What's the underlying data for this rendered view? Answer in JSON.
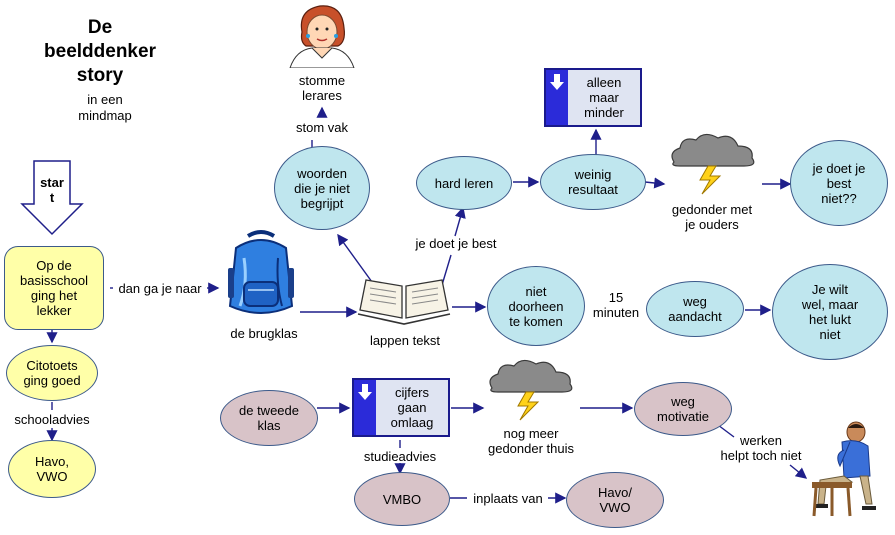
{
  "title": "De\nbeelddenker\nstory",
  "subtitle": "in een\nmindmap",
  "start_label": "star\nt",
  "nodes": {
    "basisschool": "Op de\nbasisschool\nging het\nlekker",
    "citotoets": "Citotoets\nging goed",
    "havo_vwo_left": "Havo,\nVWO",
    "woorden": "woorden\ndie je niet\nbegrijpt",
    "hard_leren": "hard leren",
    "weinig_resultaat": "weinig\nresultaat",
    "alleen_maar_minder": "alleen\nmaar\nminder",
    "je_doet_je_best_q": "je doet je\nbest\nniet??",
    "niet_doorheen": "niet\ndoorheen\nte komen",
    "weg_aandacht": "weg\naandacht",
    "je_wilt_wel": "Je wilt\nwel, maar\nhet lukt\nniet",
    "de_tweede_klas": "de tweede\nklas",
    "cijfers_gaan_omlaag": "cijfers\ngaan\nomlaag",
    "weg_motivatie": "weg\nmotivatie",
    "vmbo": "VMBO",
    "havo_vwo_bottom": "Havo/\nVWO"
  },
  "labels": {
    "dan_ga_je_naar": "dan ga je naar",
    "de_brugklas": "de brugklas",
    "lappen_tekst": "lappen tekst",
    "je_doet_je_best": "je doet je best",
    "stom_vak": "stom vak",
    "stomme_lerares": "stomme\nlerares",
    "gedonder_met_ouders": "gedonder met\nje ouders",
    "minuten_15": "15\nminuten",
    "nog_meer_gedonder": "nog meer\ngedonder thuis",
    "studieadvies": "studieadvies",
    "schooladvies": "schooladvies",
    "inplaats_van": "inplaats van",
    "werken_helpt": "werken\nhelpt toch niet"
  },
  "colors": {
    "blue_node": "#bfe6ee",
    "yellow_node": "#ffffa8",
    "mauve_node": "#d8c3c8",
    "connector": "#1f1f8a",
    "down_stripe": "#2b2bd9"
  },
  "icons": [
    "start-arrow-icon",
    "teacher-clipart-icon",
    "backpack-icon",
    "open-book-icon",
    "storm-cloud-icon",
    "down-arrow-icon",
    "thinking-man-icon"
  ]
}
